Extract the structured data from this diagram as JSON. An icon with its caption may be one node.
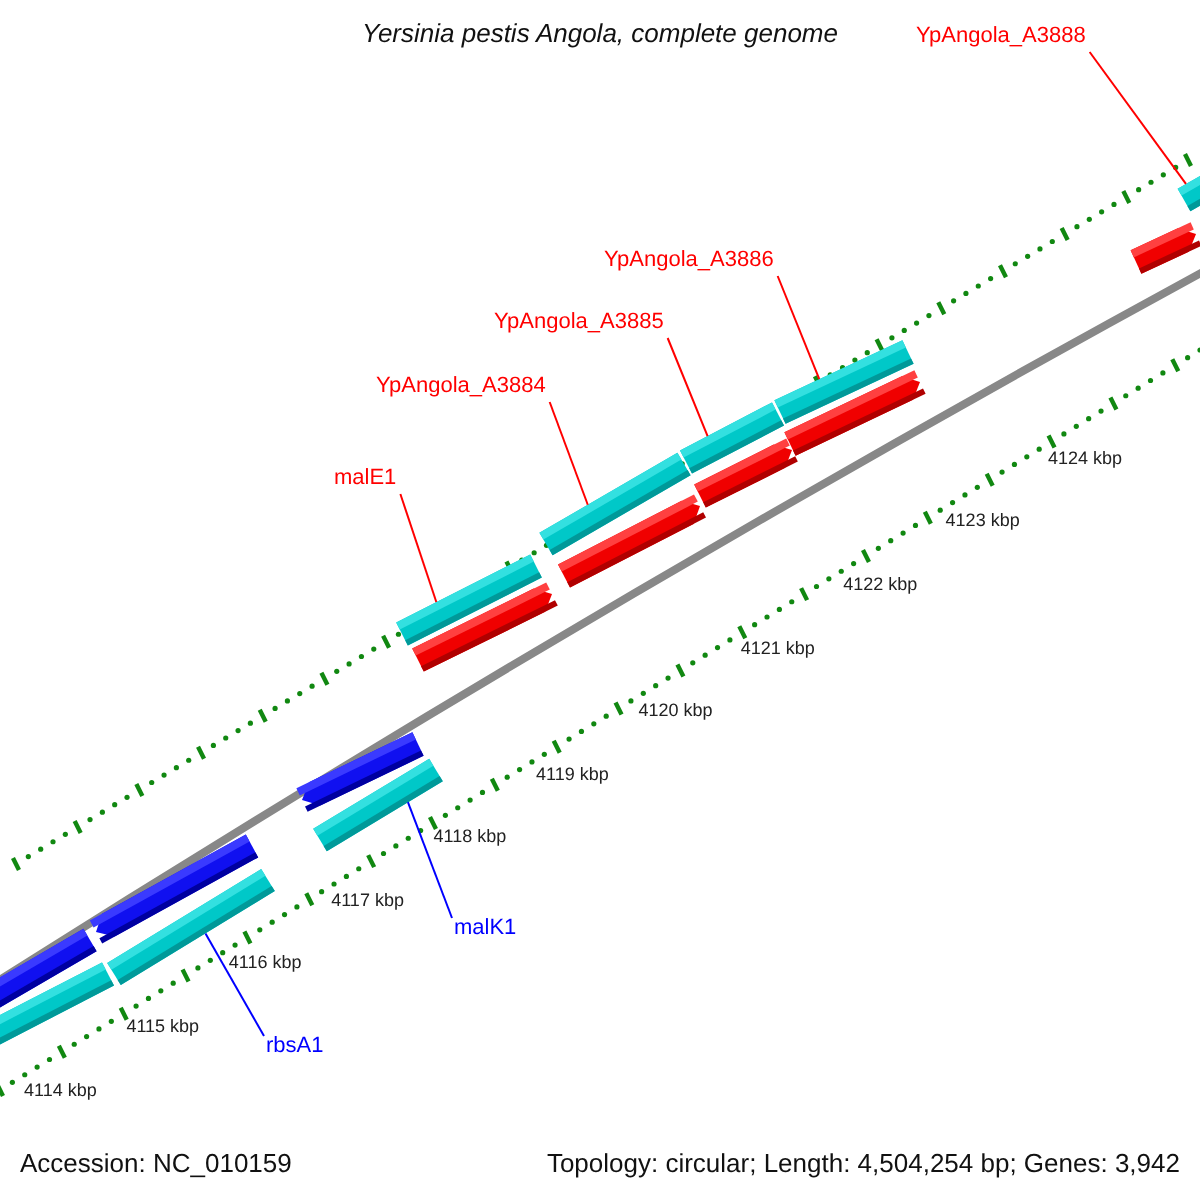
{
  "diagram": {
    "title": "Yersinia pestis Angola, complete genome",
    "nodes": [
      {
        "text": [
          "YpAngola_A3888"
        ]
      },
      {
        "text": [
          "YpAngola_A3886"
        ]
      },
      {
        "text": [
          "YpAngola_A3885"
        ]
      },
      {
        "text": [
          "YpAngola_A3884"
        ]
      },
      {
        "text": [
          "malE1"
        ]
      },
      {
        "text": [
          "malK1"
        ]
      },
      {
        "text": [
          "rbsA1"
        ]
      },
      {
        "text": [],
        "shape": "bar"
      },
      {
        "text": [],
        "shape": "bar"
      },
      {
        "text": [],
        "shape": "bar"
      },
      {
        "text": [],
        "shape": "bar"
      },
      {
        "text": [],
        "shape": "bar"
      },
      {
        "text": [],
        "shape": "bar"
      },
      {
        "text": [],
        "shape": "bar"
      },
      {
        "text": [],
        "shape": "arrow"
      },
      {
        "text": [],
        "shape": "arrow"
      },
      {
        "text": [],
        "shape": "arrow"
      },
      {
        "text": [],
        "shape": "arrow"
      },
      {
        "text": [],
        "shape": "arrow"
      },
      {
        "text": [],
        "shape": "arrow"
      },
      {
        "text": [],
        "shape": "arrow"
      },
      {
        "text": [],
        "shape": "arrow"
      },
      {
        "text": [],
        "shape": "bar"
      }
    ],
    "edges": [
      {
        "from": 0,
        "to": 7,
        "arrow": "none"
      },
      {
        "from": 1,
        "to": 8,
        "arrow": "none"
      },
      {
        "from": 2,
        "to": 9,
        "arrow": "none"
      },
      {
        "from": 3,
        "to": 10,
        "arrow": "none"
      },
      {
        "from": 4,
        "to": 11,
        "arrow": "none"
      },
      {
        "from": 5,
        "to": 12,
        "arrow": "none",
        "color": "#0000ff"
      },
      {
        "from": 6,
        "to": 13,
        "arrow": "none",
        "color": "#0000ff"
      }
    ],
    "labels": [
      "4114 kbp",
      "4115 kbp",
      "4116 kbp",
      "4117 kbp",
      "4118 kbp",
      "4119 kbp",
      "4120 kbp",
      "4121 kbp",
      "4122 kbp",
      "4123 kbp",
      "4124 kbp",
      "Accession: NC_010159",
      "Topology: circular; Length: 4,504,254 bp; Genes: 3,942"
    ]
  }
}
